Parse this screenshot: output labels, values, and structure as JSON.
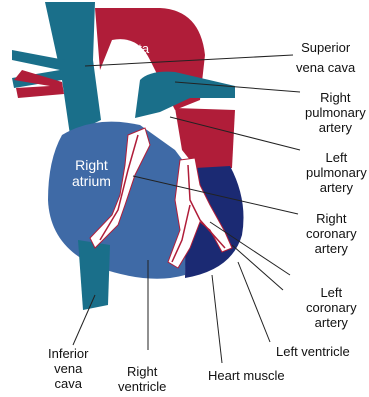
{
  "labels": {
    "aorta": "Aorta",
    "superior_vena_cava": "Superior\nvena cava",
    "right_pulmonary_artery": "Right\npulmonary\nartery",
    "left_pulmonary_artery": "Left\npulmonary\nartery",
    "right_atrium": "Right\natrium",
    "right_coronary_artery": "Right\ncoronary\nartery",
    "left_coronary_artery": "Left\ncoronary\nartery",
    "left_ventricle": "Left ventricle",
    "inferior_vena_cava": "Inferior\nvena\ncava",
    "right_ventricle": "Right\nventricle",
    "heart_muscle": "Heart muscle"
  },
  "colors": {
    "vena_cava": "#1a6f8a",
    "right_heart": "#3f6aa6",
    "left_ventricle": "#1b2a73",
    "aorta": "#b01d39",
    "pulmonary": "#1a6f8a",
    "coronary": "#ffffff",
    "leader": "#222222"
  }
}
